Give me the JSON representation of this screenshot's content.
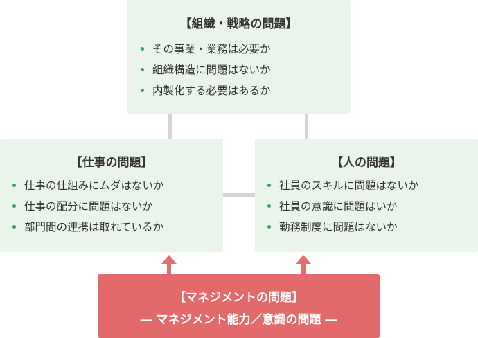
{
  "colors": {
    "box_background": "#ebf4ea",
    "bullet": "#33a06b",
    "connector": "#d5d5d5",
    "management_background": "#e36a6b",
    "arrow": "#e46d6d",
    "text": "#333333"
  },
  "diagram": {
    "strategy": {
      "title": "【組織・戦略の問題】",
      "items": [
        "その事業・業務は必要か",
        "組織構造に問題はないか",
        "内製化する必要はあるか"
      ]
    },
    "work": {
      "title": "【仕事の問題】",
      "items": [
        "仕事の仕組みにムダはないか",
        "仕事の配分に問題はないか",
        "部門間の連携は取れているか"
      ]
    },
    "people": {
      "title": "【人の問題】",
      "items": [
        "社員のスキルに問題はないか",
        "社員の意識に問題はいか",
        "勤務制度に問題はないか"
      ]
    },
    "management": {
      "title": "【マネジメントの問題】",
      "subtitle": "― マネジメント能力／意識の問題 ―"
    }
  }
}
